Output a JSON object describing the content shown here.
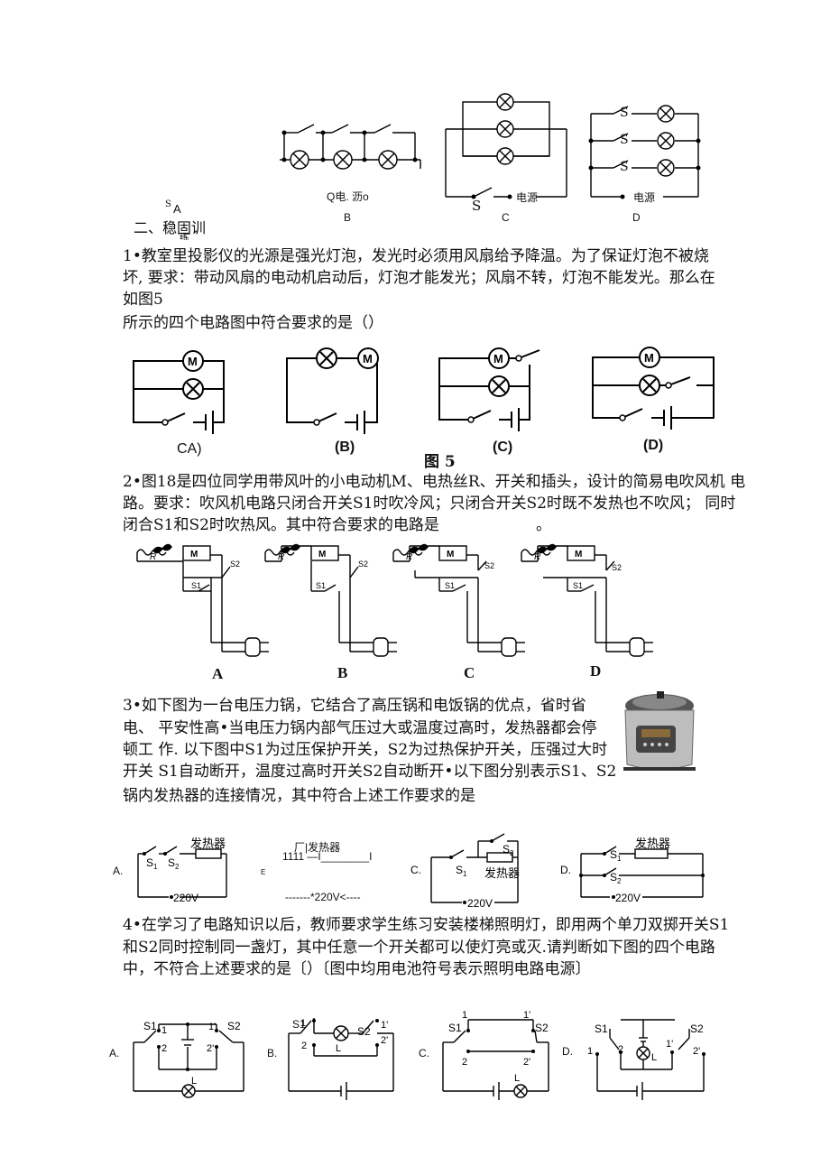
{
  "top_figure": {
    "label_a_s": "S",
    "label_a": "A",
    "label_b_caption": "Q电. 沥o",
    "label_b": "B",
    "label_c_s": "S",
    "label_c_power": "电源",
    "label_c": "C",
    "label_d_power": "电源",
    "label_d": "D",
    "s": "S"
  },
  "section_title": "二、稳固训",
  "section_title_cut": "练",
  "q1": {
    "line1": "1•教室里投影仪的光源是强光灯泡，发光时必须用风扇给予降温。为了保证灯泡不被烧",
    "line2": "坏, 要求：带动风扇的电动机启动后，灯泡才能发光；风扇不转，灯泡不能发光。那么在",
    "line3": "如图5",
    "line4": "所示的四个电路图中符合要求的是（）",
    "opt_a": "CA)",
    "opt_b": "(B)",
    "opt_c": "(C)",
    "opt_d": "(D)",
    "fig_caption": "图 5",
    "m": "M"
  },
  "q2": {
    "line1": "2•图18是四位同学用带风叶的小电动机M、电热丝R、开关和插头，设计的简易电吹风机  电",
    "line2": "路。要求：吹风机电路只闭合开关S1时吹冷风；只闭合开关S2时既不发热也不吹风；  同时",
    "line3": "闭合S1和S2时吹热风。其中符合要求的电路是",
    "line3_end": "。",
    "opt_a": "A",
    "opt_b": "B",
    "opt_c": "C",
    "opt_d": "D",
    "r": "R",
    "s1": "S1",
    "s2": "S2",
    "m": "M"
  },
  "q3": {
    "line1": "3•如下图为一台电压力锅，它结合了高压锅和电饭锅的优点，省时省",
    "line2": "电、  平安性高•当电压力锅内部气压过大或温度过高时，发热器都会停",
    "line3": "顿工  作. 以下图中S1为过压保护开关，S2为过热保护开关，压强过大时",
    "line4": "开关  S1自动断开，温度过高时开关S2自动断开•以下图分别表示S1、S2",
    "line5": "锅内发热器的连接情况，其中符合上述工作要求的是",
    "heater": "发热器",
    "v220": "220V",
    "opt_a": "A.",
    "opt_c": "C.",
    "opt_d": "D.",
    "b_row1": "厂|发热器",
    "b_row2": "1111 —I________I",
    "b_row3": "-------*220V<----",
    "b_e": "E",
    "s1": "S",
    "s2": "S",
    "sub1": "1",
    "sub2": "2"
  },
  "q4": {
    "line1": "4•在学习了电路知识以后，教师要求学生练习安装楼梯照明灯，即用两个单刀双掷开关S1",
    "line2": "和S2同时控制同一盏灯，其中任意一个开关都可以使灯亮或灭.请判断如下图的四个电路",
    "line3": "中，不符合上述要求的是〔）〔图中均用电池符号表示照明电路电源〕",
    "opt_a": "A.",
    "opt_b": "B.",
    "opt_c": "C.",
    "opt_d": "D.",
    "s1": "S1",
    "s2": "S2",
    "n1": "1",
    "n2": "2",
    "n1p": "1'",
    "n2p": "2'",
    "l": "L"
  }
}
